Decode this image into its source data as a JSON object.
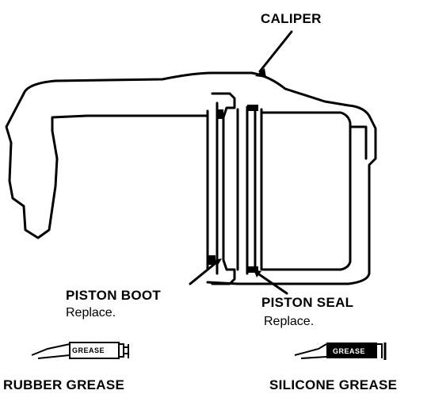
{
  "labels": {
    "caliper": "CALIPER",
    "piston_boot": "PISTON BOOT",
    "piston_boot_note": "Replace.",
    "piston_seal": "PISTON SEAL",
    "piston_seal_note": "Replace.",
    "rubber_grease": "RUBBER GREASE",
    "silicone_grease": "SILICONE GREASE"
  },
  "grease_guns": {
    "rubber_text": "GREASE",
    "silicone_text": "GREASE"
  },
  "colors": {
    "ink": "#000000",
    "paper": "#ffffff"
  }
}
